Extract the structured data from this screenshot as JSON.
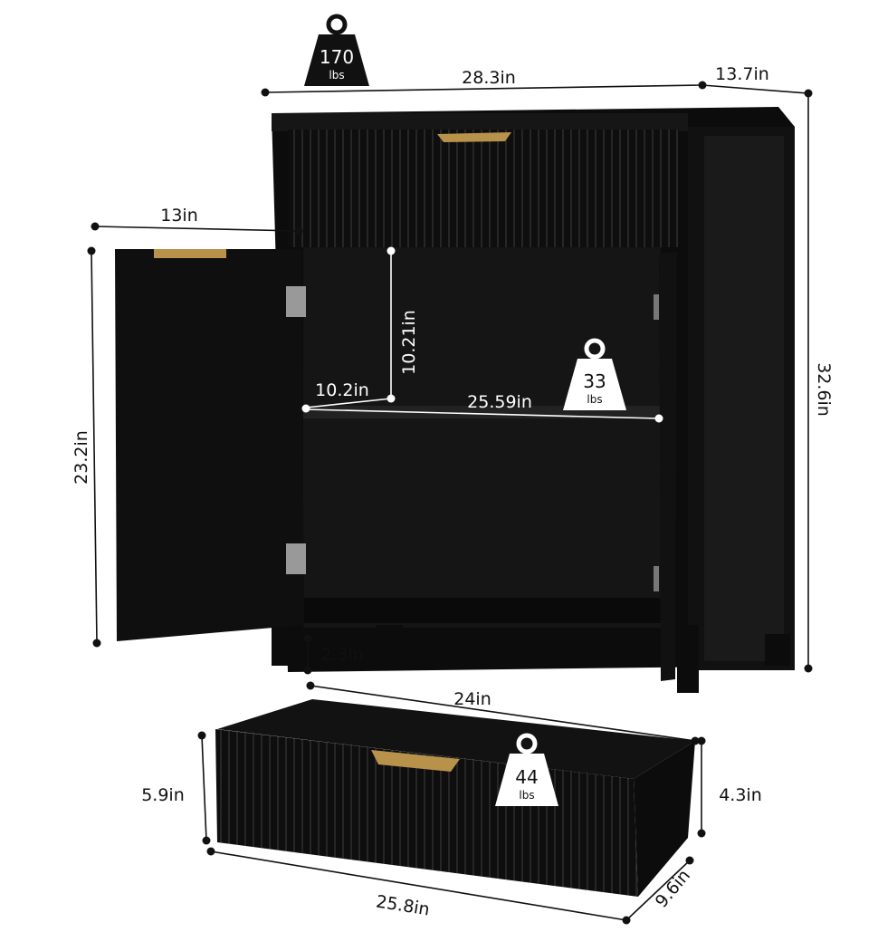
{
  "colors": {
    "cabinet": "#0d0d0d",
    "interior": "#161616",
    "handle": "#b8914a",
    "line": "#111111"
  },
  "weights": {
    "total": {
      "value": "170",
      "unit": "lbs"
    },
    "shelf": {
      "value": "33",
      "unit": "lbs"
    },
    "drawer": {
      "value": "44",
      "unit": "lbs"
    }
  },
  "dimensions": {
    "width": "28.3in",
    "depth": "13.7in",
    "height": "32.6in",
    "door_width": "13in",
    "door_height": "23.2in",
    "shelf_gap_height": "10.21in",
    "shelf_depth": "10.2in",
    "shelf_width": "25.59in",
    "leg_height": "2.3in",
    "drawer_inner_width": "24in",
    "drawer_height": "5.9in",
    "drawer_inner_height": "4.3in",
    "drawer_width": "25.8in",
    "drawer_depth": "9.6in"
  }
}
